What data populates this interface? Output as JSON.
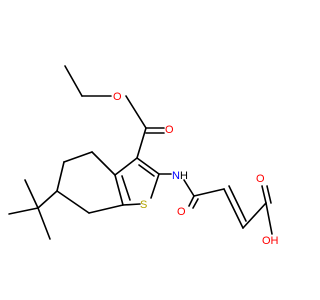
{
  "colors": {
    "bond": "#000000",
    "oxygen": "#ff0000",
    "nitrogen": "#0000ff",
    "sulfur": "#b2a400",
    "hydrogen": "#000000",
    "background": "#ffffff"
  },
  "atoms": {
    "ester_carbonyl_o": "O",
    "ester_ether_o": "O",
    "amide_n": "N",
    "amide_h": "H",
    "thiophene_s": "S",
    "amide_carbonyl_o": "O",
    "acid_carbonyl_o": "O",
    "acid_hydroxyl": "OH"
  }
}
